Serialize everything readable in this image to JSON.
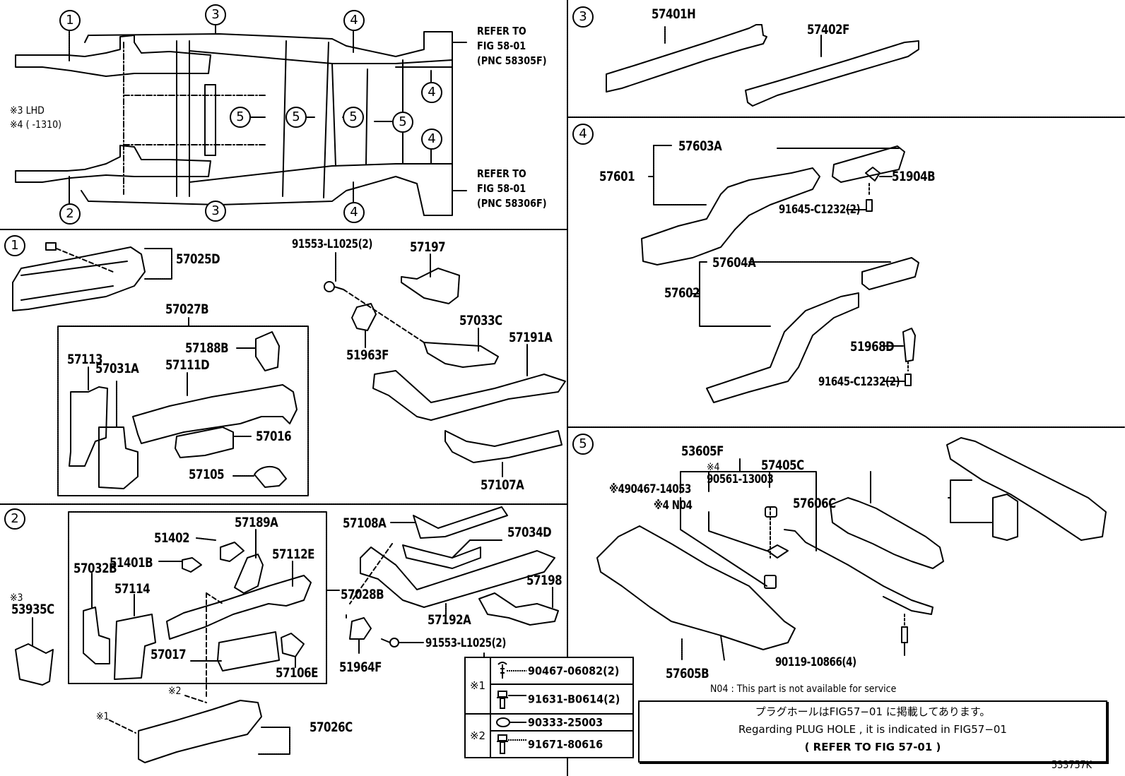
{
  "figure_id": "533757K",
  "overview": {
    "section_markers": [
      "1",
      "2",
      "3",
      "3",
      "4",
      "4",
      "4",
      "4",
      "5",
      "5",
      "5",
      "5"
    ],
    "notes": [
      "※3 LHD",
      "※4 (      -1310)"
    ],
    "refer_top": [
      "REFER TO",
      "FIG 58-01",
      "(PNC 58305F)"
    ],
    "refer_bottom": [
      "REFER TO",
      "FIG 58-01",
      "(PNC 58306F)"
    ]
  },
  "sections": {
    "s1": {
      "marker": "1",
      "parts": {
        "p57025D": "57025D",
        "p57027B": "57027B",
        "p57113": "57113",
        "p57031A": "57031A",
        "p57111D": "57111D",
        "p57188B": "57188B",
        "p57016": "57016",
        "p57105": "57105",
        "p91553": "91553-L1025(2)",
        "p57197": "57197",
        "p51963F": "51963F",
        "p57033C": "57033C",
        "p57191A": "57191A",
        "p57107A": "57107A"
      }
    },
    "s2": {
      "marker": "2",
      "parts": {
        "p53935C_note": "※3",
        "p53935C": "53935C",
        "p51402": "51402",
        "p57189A": "57189A",
        "p51401B": "51401B",
        "p57112E": "57112E",
        "p57032B": "57032B",
        "p57114": "57114",
        "p57017": "57017",
        "p57106E": "57106E",
        "note2": "※2",
        "note1": "※1",
        "p57026C": "57026C",
        "p57108A": "57108A",
        "p57034D": "57034D",
        "p57028B": "57028B",
        "p57198": "57198",
        "p57192A": "57192A",
        "p51964F": "51964F",
        "p91553": "91553-L1025(2)"
      },
      "fastener_table": {
        "groups": [
          {
            "label": "※1",
            "rows": [
              {
                "icon": "clip-icon",
                "part": "90467-06082(2)"
              },
              {
                "icon": "bolt-icon",
                "part": "91631-B0614(2)"
              }
            ]
          },
          {
            "label": "※2",
            "rows": [
              {
                "icon": "plug-icon",
                "part": "90333-25003"
              },
              {
                "icon": "bolt-icon",
                "part": "91671-80616"
              }
            ]
          }
        ]
      }
    },
    "s3": {
      "marker": "3",
      "parts": {
        "p57401H": "57401H",
        "p57402F": "57402F"
      }
    },
    "s4": {
      "marker": "4",
      "parts": {
        "p57603A": "57603A",
        "p57601": "57601",
        "p51904B": "51904B",
        "p91645a": "91645-C1232(2)",
        "p57604A": "57604A",
        "p57602": "57602",
        "p51968D": "51968D",
        "p91645b": "91645-C1232(2)"
      }
    },
    "s5": {
      "marker": "5",
      "parts": {
        "p53605F": "53605F",
        "note4a": "※4",
        "p90561": "90561-13003",
        "p90467": "※490467-14053",
        "pN04": "※4 N04",
        "p57405C": "57405C",
        "p57606C": "57606C",
        "p57605B": "57605B",
        "p90119": "90119-10866(4)"
      },
      "n04_note": "N04 : This part is not available for service",
      "info_box": [
        "プラグホールはFIG57−01 に掲載してあります。",
        "Regarding PLUG HOLE , it is indicated in FIG57−01",
        "(     REFER TO FIG 57-01     )"
      ]
    }
  }
}
